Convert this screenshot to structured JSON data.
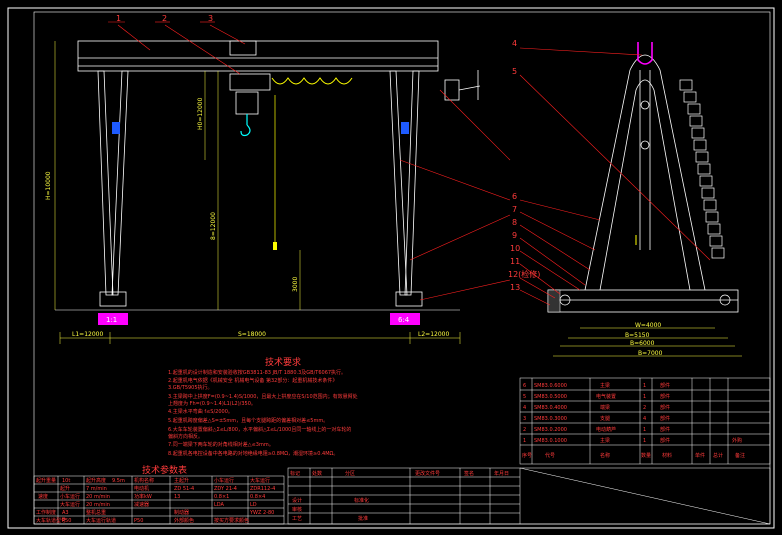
{
  "drawing": {
    "colors": {
      "background": "#000000",
      "frame": "#ffffff",
      "leader": "#ff2020",
      "dimension": "#ffff40",
      "trolley_detail": "#ffff00",
      "hook": "#00ffff",
      "wheel_highlight": "#ff00ff",
      "wheel_block": "#1e5bff"
    },
    "callouts_front": [
      "1",
      "2",
      "3"
    ],
    "callouts_side": [
      "4",
      "5",
      "6",
      "7",
      "8",
      "9",
      "10",
      "11",
      "12(检修)",
      "13"
    ],
    "dimensions": {
      "total_height": "H=10000",
      "lift_height": "H0=12000",
      "lift_height2": "8=12000",
      "span": "S=18000",
      "left_cantilever": "L1=12000",
      "right_cantilever": "L2=12000",
      "small_height": "3000",
      "base_width": "W=4000",
      "track_width": "B=5150",
      "overall_width": "B=6000",
      "overall_width2": "B=7000",
      "foot_label_left": "1:1",
      "foot_label_right": "6:4"
    }
  },
  "tech_requirements": {
    "title": "技术要求",
    "lines": [
      "1.起重机的设计制造和安装验收按GB3811-83 JB/T 1880.3及GB/T6067执行。",
      "2.起重机电气依据《机械安全 机械电气设备 第32部分：起重机械技术条件》",
      "3.GB/T5905执行。",
      "3.主梁跨中上拱度F=(0.9~1.4)S/1000，且最大上拱度应在S/10范围内；有效悬臂处",
      "  上翘度为   Fh=(0.9~1.4)L1(L2)/350。",
      "4.主梁水平弯曲 f≤S/2000。",
      "5.起重机跨度偏差△S=±5mm，且每个支腿跨距的偏差相对差≤5mm。",
      "6.大车车轮装置偏斜△Σ≤L/800，水平偏斜△Σ≤L/1000且同一轴线上的一对车轮的",
      "  偏斜方向相反。",
      "7.同一端梁下两车轮的对角线相对差△≤3mm。",
      "8.起重机各电控设备中各电路的对地绝缘电阻≥0.8MΩ，潮湿环境≥0.4MΩ。"
    ]
  },
  "tech_params": {
    "title": "技术参数表",
    "rows": [
      [
        "起升重量",
        "10t",
        "起升高度",
        "9.5m",
        "机构名称",
        "主起升",
        "小车运行",
        "大车运行"
      ],
      [
        "",
        "起升",
        "7 m/min",
        "电动机",
        "ZD 51-4",
        "ZDY 21-4",
        "ZDR112-4"
      ],
      [
        "速度",
        "小车运行",
        "20 m/min",
        "功率kW",
        "13",
        "0.8×1",
        "0.8×4"
      ],
      [
        "",
        "大车运行",
        "20 m/min",
        "减速器",
        "",
        "LDA",
        "LD"
      ],
      [
        "工作制度",
        "A3",
        "整机总重",
        "",
        "制动器",
        "",
        "YWZ 2-80"
      ],
      [
        "大车轨道型号",
        "P50",
        "大车运行轨道",
        "P50",
        "外部颜色",
        "按买方要求颜色",
        ""
      ]
    ]
  },
  "parts_list": {
    "headers": [
      "序号",
      "代号",
      "名称",
      "数量",
      "材料",
      "单件",
      "总计",
      "备注"
    ],
    "rows": [
      [
        "6",
        "SM83.0.6000",
        "主梁",
        "1",
        "部件",
        "",
        "",
        ""
      ],
      [
        "5",
        "SM83.0.5000",
        "电气装置",
        "1",
        "部件",
        "",
        "",
        ""
      ],
      [
        "4",
        "SM83.0.4000",
        "端梁",
        "2",
        "部件",
        "",
        "",
        ""
      ],
      [
        "3",
        "SM83.0.3000",
        "支腿",
        "4",
        "部件",
        "",
        "",
        ""
      ],
      [
        "2",
        "SM83.0.2000",
        "电动葫芦",
        "1",
        "部件",
        "",
        "",
        ""
      ],
      [
        "1",
        "SM83.0.1000",
        "主梁",
        "1",
        "部件",
        "",
        "",
        "外购"
      ]
    ]
  },
  "title_block": {
    "headers": [
      "标记",
      "处数",
      "分区",
      "更改文件号",
      "签名",
      "年月日"
    ],
    "rows": [
      [
        "设计",
        "",
        "标准化",
        ""
      ],
      [
        "审核",
        "",
        "",
        ""
      ],
      [
        "工艺",
        "",
        "批准",
        ""
      ]
    ]
  }
}
